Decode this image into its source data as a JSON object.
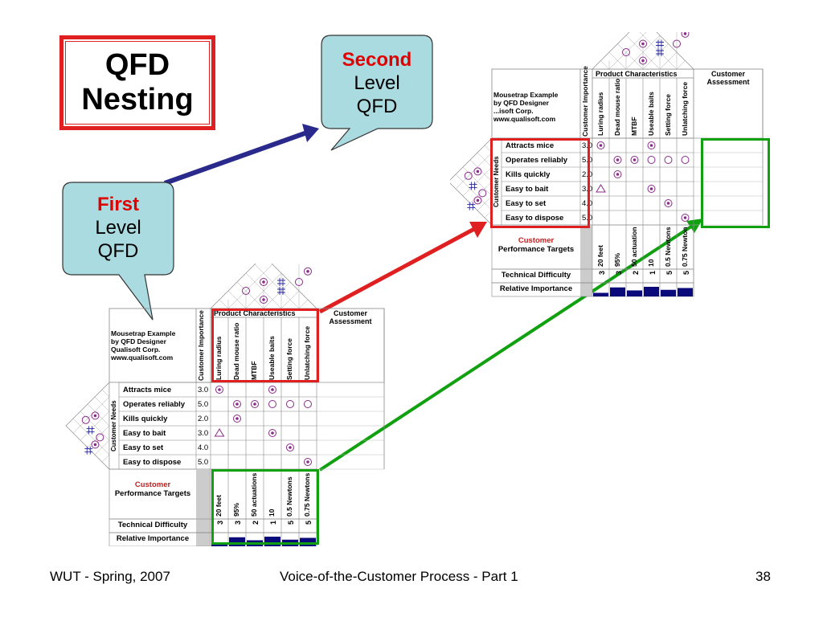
{
  "slide": {
    "title": "QFD\nNesting",
    "second_callout": {
      "highlight": "Second",
      "line2": "Level",
      "line3": "QFD"
    },
    "first_callout": {
      "highlight": "First",
      "line2": "Level",
      "line3": "QFD"
    },
    "footer": {
      "left": "WUT - Spring, 2007",
      "center": "Voice-of-the-Customer Process - Part 1",
      "page": "38"
    }
  },
  "qfd": {
    "header_text": [
      "Mousetrap Example",
      "by QFD Designer",
      "Qualisoft Corp.",
      "www.qualisoft.com"
    ],
    "header_text_top": [
      "Mousetrap Example",
      "by QFD Designer",
      "...isoft Corp.",
      "www.qualisoft.com"
    ],
    "importance_label": "Customer Importance",
    "characteristics_label": "Product Characteristics",
    "assessment_label": "Customer Assessment",
    "needs_label": "Customer Needs",
    "characteristics": [
      "Luring radius",
      "Dead mouse ratio",
      "MTBF",
      "Useable baits",
      "Setting force",
      "Unlatching force"
    ],
    "needs": [
      "Attracts mice",
      "Operates reliably",
      "Kills quickly",
      "Easy to bait",
      "Easy to set",
      "Easy to dispose"
    ],
    "importance": [
      "3.0",
      "5.0",
      "2.0",
      "3.0",
      "4.0",
      "5.0"
    ],
    "targets_label_red": "Customer",
    "targets_label": "Performance Targets",
    "targets": [
      "20 feet",
      "95%",
      "50 actuations",
      "10",
      "0.5 Newtons",
      "0.75 Newtons"
    ],
    "difficulty_label": "Technical Difficulty",
    "difficulty": [
      "3",
      "3",
      "2",
      "1",
      "5",
      "5"
    ],
    "relative_label": "Relative Importance",
    "relative_importance": [
      0.3,
      0.75,
      0.5,
      0.8,
      0.55,
      0.7
    ],
    "matrix": [
      [
        "strong",
        "",
        "",
        "strong",
        "",
        ""
      ],
      [
        "",
        "strong",
        "strong",
        "medium",
        "medium",
        "medium"
      ],
      [
        "",
        "strong",
        "",
        "",
        "",
        ""
      ],
      [
        "weak",
        "",
        "",
        "strong",
        "",
        ""
      ],
      [
        "",
        "",
        "",
        "",
        "strong",
        ""
      ],
      [
        "",
        "",
        "",
        "",
        "",
        "strong"
      ]
    ]
  },
  "colors": {
    "red": "#e02020",
    "green": "#10a010",
    "navy": "#2a2a8c",
    "callout_fill": "#aadbe0",
    "bar": "#0a0a7a",
    "symbol": "#8a2a8a"
  }
}
